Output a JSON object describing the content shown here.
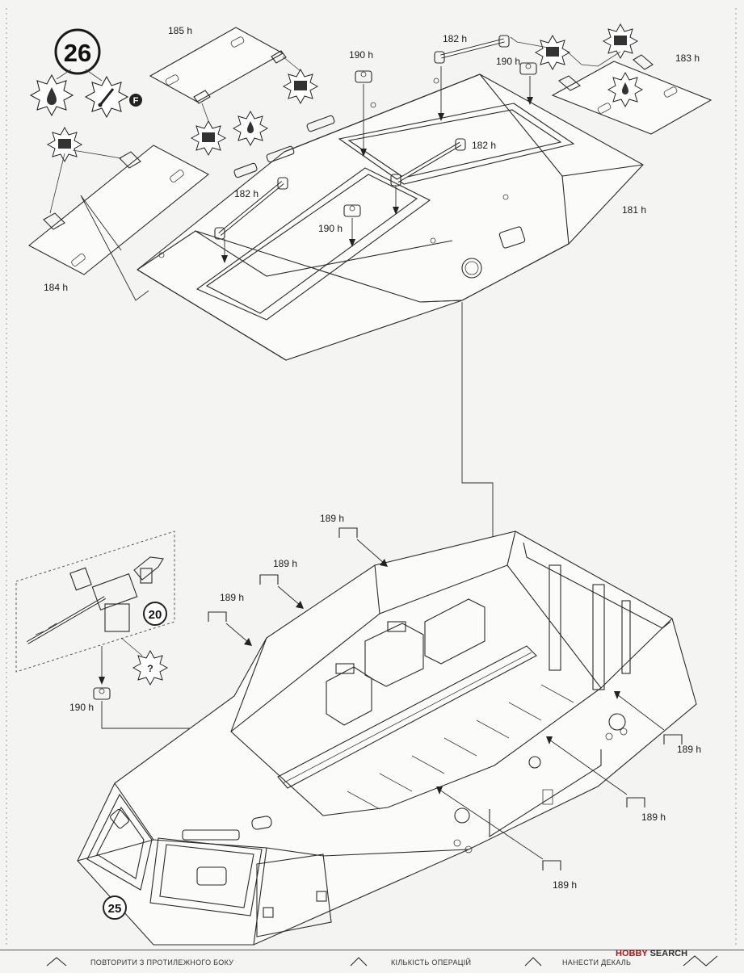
{
  "step": {
    "number": "26",
    "ref_step_top": "20",
    "ref_step_bottom": "25",
    "flag_letter": "F"
  },
  "upper_labels": {
    "p185": "185 h",
    "p182a": "182 h",
    "p190a": "190 h",
    "p190b": "190 h",
    "p183": "183 h",
    "p182b": "182 h",
    "p182c": "182 h",
    "p181": "181 h",
    "p190c": "190 h",
    "p184": "184 h"
  },
  "lower_labels": {
    "p189a": "189 h",
    "p189b": "189 h",
    "p189c": "189 h",
    "p190d": "190 h",
    "p189d": "189 h",
    "p189e": "189 h",
    "p189f": "189 h"
  },
  "icons": {
    "glue": "glue-drop-icon",
    "paint": "brush-icon",
    "decal": "decal-sheet-icon",
    "choice": "question-choice-icon"
  },
  "footer": {
    "repeat": "ПОВТОРИТИ З ПРОТИЛЕЖНОГО БОКУ",
    "count": "КІЛЬКІСТЬ ОПЕРАЦІЙ",
    "decal": "НАНЕСТИ ДЕКАЛЬ",
    "credit_brand": "HOBBY",
    "credit_rest": " SEARCH"
  }
}
